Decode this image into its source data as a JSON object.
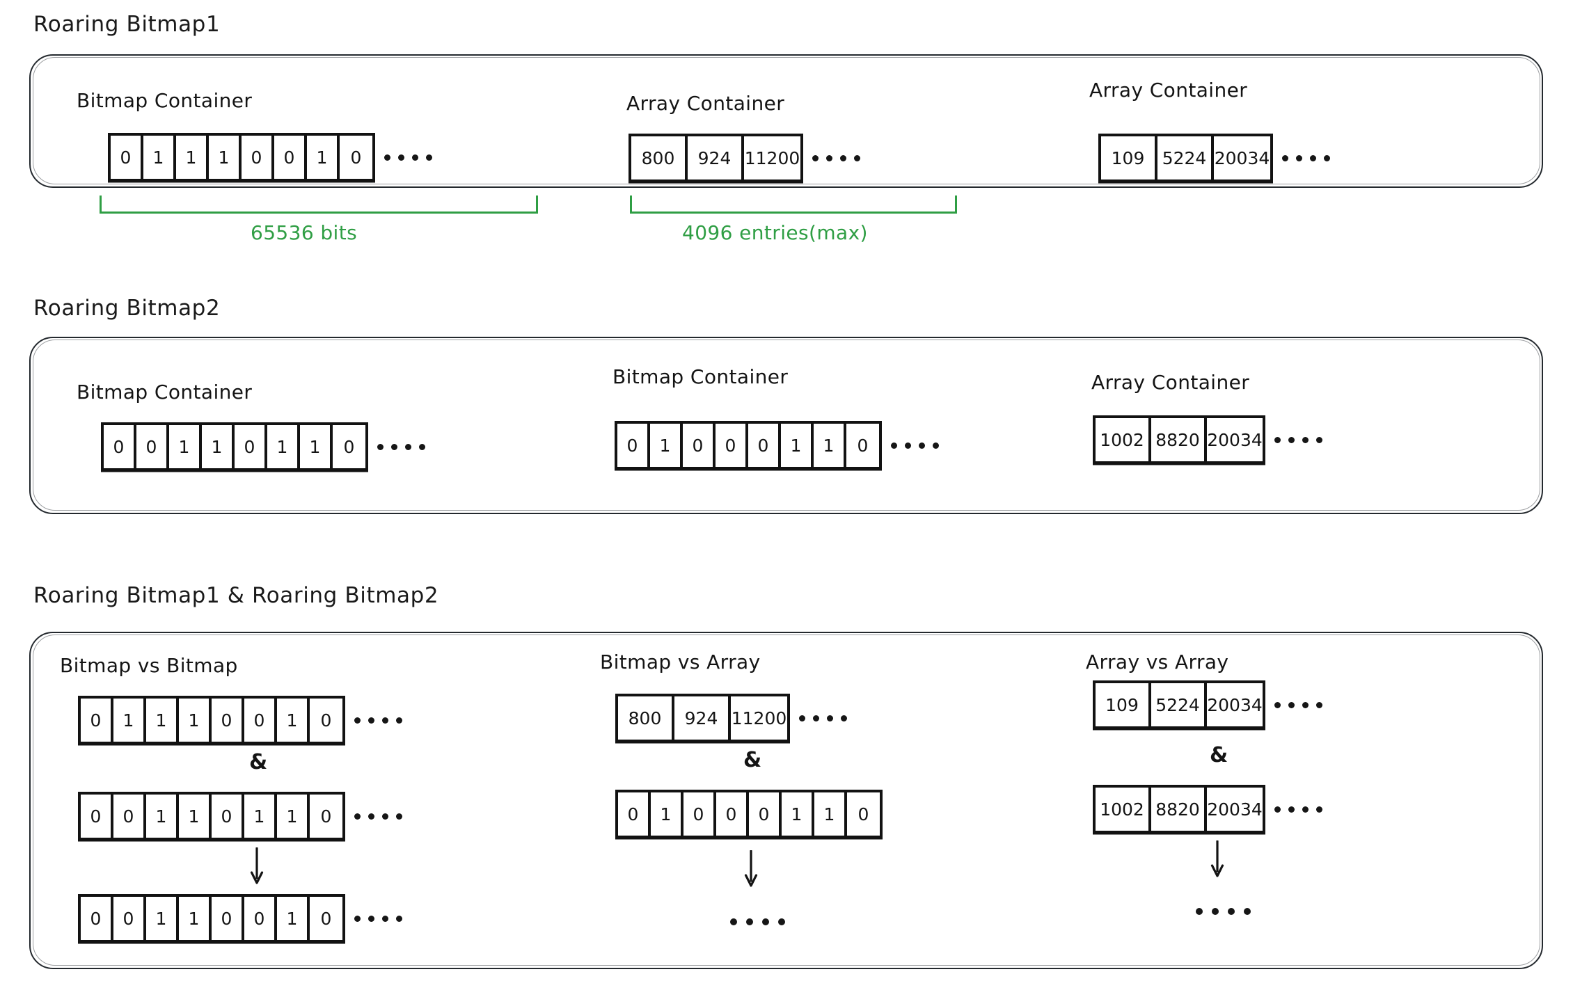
{
  "sections": [
    {
      "title": "Roaring Bitmap1",
      "groups": [
        {
          "label": "Bitmap Container",
          "kind": "bitmap",
          "cells": [
            "0",
            "1",
            "1",
            "1",
            "0",
            "0",
            "1",
            "0"
          ],
          "trailing_dots": 4,
          "measure": "65536 bits"
        },
        {
          "label": "Array Container",
          "kind": "array",
          "cells": [
            "800",
            "924",
            "11200"
          ],
          "trailing_dots": 4,
          "measure": "4096 entries(max)"
        },
        {
          "label": "Array Container",
          "kind": "array",
          "cells": [
            "109",
            "5224",
            "20034"
          ],
          "trailing_dots": 4,
          "measure": ""
        }
      ]
    },
    {
      "title": "Roaring Bitmap2",
      "groups": [
        {
          "label": "Bitmap Container",
          "kind": "bitmap",
          "cells": [
            "0",
            "0",
            "1",
            "1",
            "0",
            "1",
            "1",
            "0"
          ],
          "trailing_dots": 4,
          "measure": ""
        },
        {
          "label": "Bitmap Container",
          "kind": "bitmap",
          "cells": [
            "0",
            "1",
            "0",
            "0",
            "0",
            "1",
            "1",
            "0"
          ],
          "trailing_dots": 4,
          "measure": ""
        },
        {
          "label": "Array Container",
          "kind": "array",
          "cells": [
            "1002",
            "8820",
            "20034"
          ],
          "trailing_dots": 4,
          "measure": ""
        }
      ]
    },
    {
      "title": "Roaring Bitmap1 & Roaring Bitmap2",
      "columns": [
        {
          "label": "Bitmap vs Bitmap",
          "operator": "&",
          "operand_a": {
            "kind": "bitmap",
            "cells": [
              "0",
              "1",
              "1",
              "1",
              "0",
              "0",
              "1",
              "0"
            ],
            "trailing_dots": 4
          },
          "operand_b": {
            "kind": "bitmap",
            "cells": [
              "0",
              "0",
              "1",
              "1",
              "0",
              "1",
              "1",
              "0"
            ],
            "trailing_dots": 4
          },
          "result": {
            "kind": "bitmap",
            "cells": [
              "0",
              "0",
              "1",
              "1",
              "0",
              "0",
              "1",
              "0"
            ],
            "trailing_dots": 4
          }
        },
        {
          "label": "Bitmap vs Array",
          "operator": "&",
          "operand_a": {
            "kind": "array",
            "cells": [
              "800",
              "924",
              "11200"
            ],
            "trailing_dots": 4
          },
          "operand_b": {
            "kind": "bitmap",
            "cells": [
              "0",
              "1",
              "0",
              "0",
              "0",
              "1",
              "1",
              "0"
            ],
            "trailing_dots": 0
          },
          "result": {
            "kind": "dots-only",
            "cells": [],
            "trailing_dots": 4
          }
        },
        {
          "label": "Array vs Array",
          "operator": "&",
          "operand_a": {
            "kind": "array",
            "cells": [
              "109",
              "5224",
              "20034"
            ],
            "trailing_dots": 4
          },
          "operand_b": {
            "kind": "array",
            "cells": [
              "1002",
              "8820",
              "20034"
            ],
            "trailing_dots": 4
          },
          "result": {
            "kind": "dots-only",
            "cells": [],
            "trailing_dots": 4
          }
        }
      ]
    }
  ],
  "colors": {
    "ink": "#141414",
    "accent_green": "#2f9e44",
    "panel_border": "#24292e",
    "background": "#ffffff"
  }
}
